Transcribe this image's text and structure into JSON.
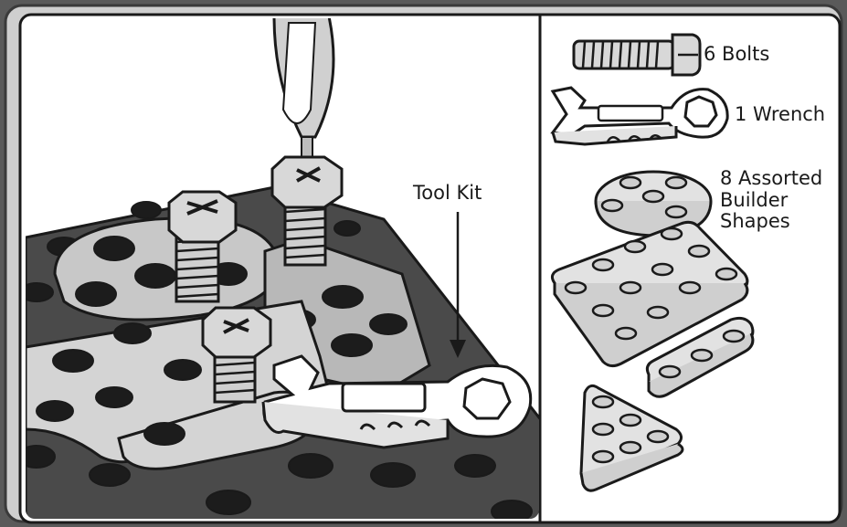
{
  "callouts": {
    "tool_kit": "Tool Kit",
    "bolts": "6 Bolts",
    "wrench": "1 Wrench",
    "shapes_line1": "8 Assorted",
    "shapes_line2": "Builder",
    "shapes_line3": "Shapes"
  },
  "colors": {
    "frame": "#5a5a5a",
    "frame_inner": "#cfcfcf",
    "panel_bg": "#ffffff",
    "base_plate": "#4a4a4a",
    "part_gray": "#c8c8c8",
    "part_light": "#e2e2e2",
    "outline": "#1a1a1a"
  },
  "icons": [
    "screwdriver-icon",
    "bolt-icon",
    "wrench-icon",
    "builder-plate-icon",
    "arrow-down-icon"
  ]
}
